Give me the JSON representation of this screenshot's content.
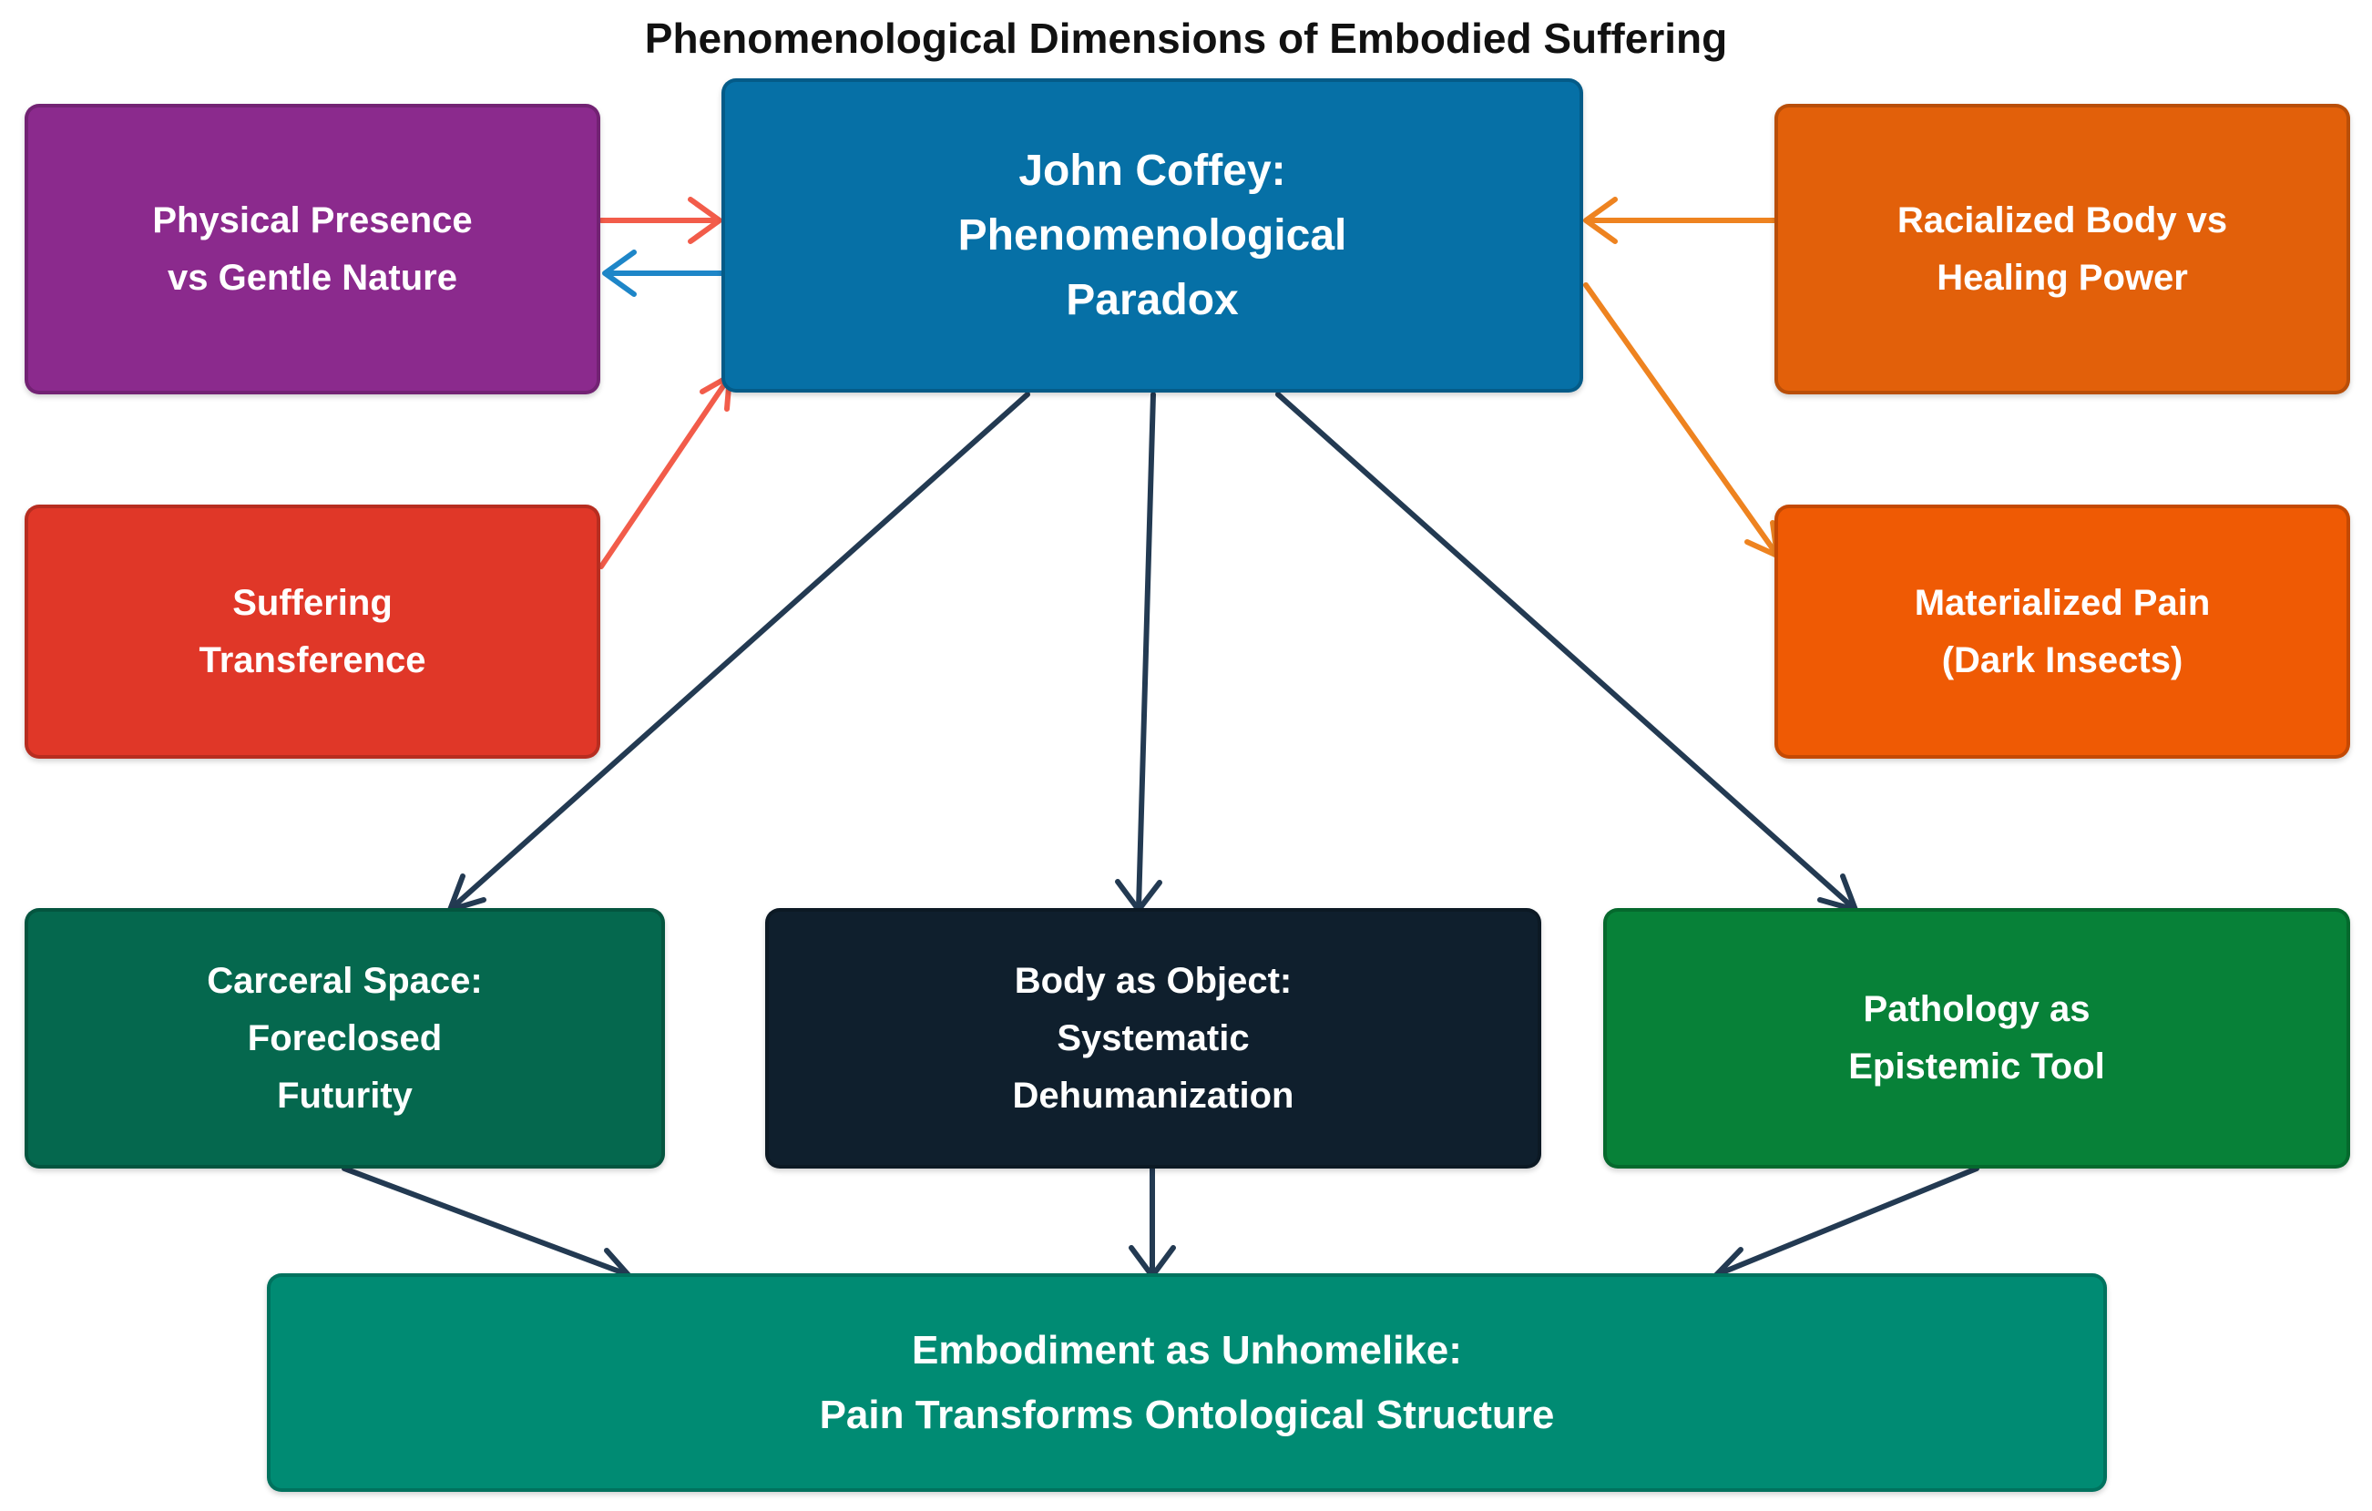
{
  "title": "Phenomenological Dimensions of Embodied Suffering",
  "colors": {
    "purple": "#8B2A8D",
    "blue": "#0670A6",
    "orange": "#E2600A",
    "red": "#E03728",
    "orange_light": "#EF5A04",
    "dark_teal": "#05684E",
    "navy": "#0F1F2D",
    "green": "#078138",
    "teal": "#008B73",
    "arrow_red": "#F25C4A",
    "arrow_blue": "#1E86C8",
    "arrow_orange": "#EE8320",
    "arrow_dark": "#233A52"
  },
  "nodes": {
    "center": "John Coffey:\nPhenomenological\nParadox",
    "physical": "Physical Presence\nvs Gentle Nature",
    "racialized": "Racialized Body vs\nHealing Power",
    "suffering": "Suffering\nTransference",
    "materialized": "Materialized Pain\n(Dark Insects)",
    "carceral": "Carceral Space:\nForeclosed\nFuturity",
    "body": "Body as Object:\nSystematic\nDehumanization",
    "pathology": "Pathology as\nEpistemic Tool",
    "embodiment": "Embodiment as Unhomelike:\nPain Transforms Ontological Structure"
  }
}
